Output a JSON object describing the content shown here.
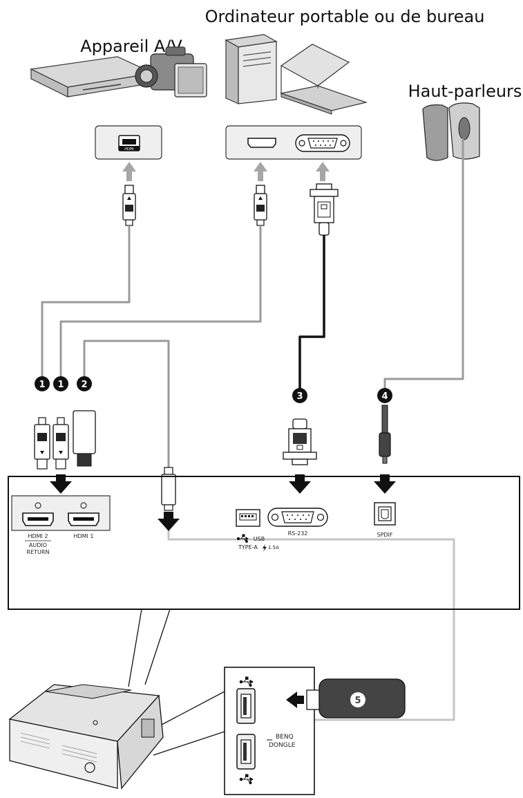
{
  "headings": {
    "computer": "Ordinateur portable ou de bureau",
    "av_device": "Appareil A/V",
    "speakers": "Haut-parleurs"
  },
  "cable_markers": [
    "1",
    "1",
    "2",
    "3",
    "4",
    "5"
  ],
  "labels": {
    "source_hdmi": "HDMI",
    "hdmi2_line1": "HDMI 2",
    "hdmi2_line2": "AUDIO",
    "hdmi2_line3": "RETURN",
    "hdmi1": "HDMI 1",
    "usb_line1": "USB",
    "usb_line2": "TYPE-A",
    "usb_power": "1.5A",
    "rs232": "RS-232",
    "spdif": "SPDIF",
    "dongle_line1": "BENQ",
    "dongle_line2": "DONGLE"
  },
  "colors": {
    "cable_gray": "#9a9a9a",
    "cable_light": "#c4c4c4",
    "cable_black": "#111111",
    "arrow_gray": "#a6a6a6",
    "panel_fill": "#ffffff",
    "port_fill": "#efefef",
    "device_fill": "#e4e4e4",
    "marker_fill": "#111111",
    "dongle_fill": "#444444"
  },
  "icons": [
    "hdmi-port-icon",
    "vga-port-icon",
    "usb-port-icon",
    "spdif-port-icon",
    "usb-symbol-icon",
    "power-bolt-icon",
    "arrow-up-icon",
    "arrow-down-icon",
    "arrow-left-icon"
  ]
}
